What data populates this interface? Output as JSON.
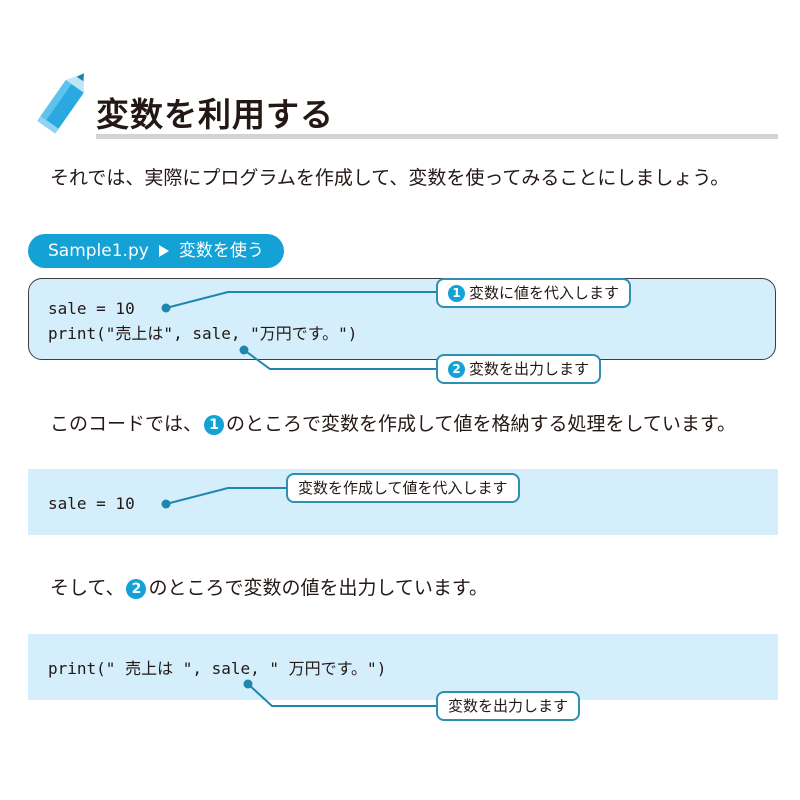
{
  "heading": {
    "icon": "pencil-icon",
    "title": "変数を利用する"
  },
  "intro": "それでは、実際にプログラムを作成して、変数を使ってみることにしましょう。",
  "sample_tab": {
    "filename": "Sample1.py",
    "caption": "変数を使う"
  },
  "code1": {
    "line1": "sale = 10",
    "line2": "print(\"売上は\", sale, \"万円です。\")"
  },
  "callouts": {
    "c1_num": "1",
    "c1_text": "変数に値を代入します",
    "c2_num": "2",
    "c2_text": "変数を出力します",
    "c3_text": "変数を作成して値を代入します",
    "c4_text": "変数を出力します"
  },
  "para2": {
    "before": "このコードでは、",
    "num": "1",
    "after": "のところで変数を作成して値を格納する処理をしています。"
  },
  "code2": {
    "line1": "sale = 10"
  },
  "para3": {
    "before": "そして、",
    "num": "2",
    "after": "のところで変数の値を出力しています。"
  },
  "code3": {
    "line1": "print(\" 売上は \", sale, \" 万円です。\")"
  },
  "colors": {
    "accent": "#13a1d6",
    "code_bg": "#d4eefb",
    "callout_border": "#2f8fb0"
  }
}
